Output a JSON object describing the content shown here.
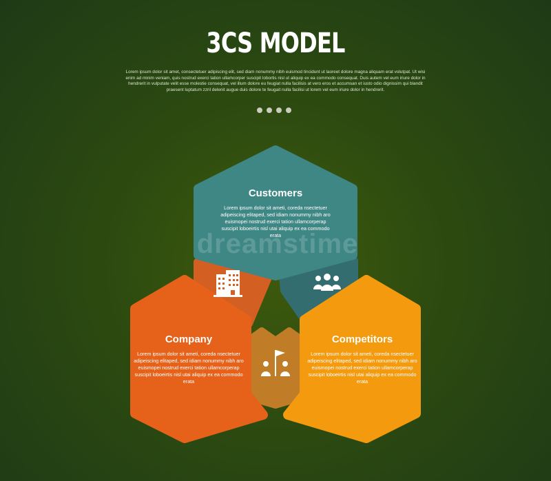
{
  "title": "3CS MODEL",
  "subtitle": "Lorem ipsum dolor sit amet, consectetuer adipiscing elit, sed diam nonummy nibh euismod tincidunt ut laoreet dolore magna aliquam erat volutpat. Ut wisi enim ad minim veniam, quis nostrud exerci tation ullamcorper suscipit lobortis nisl ut aliquip ex ea commodo consequat. Duis autem vel eum iriure dolor in hendrerit in vulputate velit esse molestie consequat, vel illum dolore eu feugiat nulla facilisis at vero eros et accumsan et iusto odio dignissim qui blandit praesent luptatum zzril delenit augue duis dolore te feugait nulla facilisi ut lorem vel eum iriure dolor in hendrerit.",
  "watermark": "dreamstime",
  "pagination_dots": 4,
  "customers": {
    "title": "Customers",
    "body": "Lorem ipsum dolor sit ameti, coreda nsectetuer adipeiscing elitaped, sed idiam nonummy nibh aro euismopei nostrud exerci tation ullamcorperap suscipit loboeirtis nisl utai aliquip ex ea commodo erata",
    "color": "#3e8785",
    "icon": "people-group-icon"
  },
  "company": {
    "title": "Company",
    "body": "Lorem ipsum dolor sit ameti, coreda nsectetuer adipeiscing elitaped, sed idiam nonummy nibh aro euismopei nostrud exerci tation ullamcorperap suscipit loboeirtis nisl utai aliquip ex ea commodo erata",
    "color": "#e6621a",
    "icon": "building-icon"
  },
  "competitors": {
    "title": "Competitors",
    "body": "Lorem ipsum dolor sit ameti, coreda nsectetuer adipeiscing elitaped, sed idiam nonummy nibh aro euismopei nostrud exerci tation ullamcorperap suscipit loboeirtis nisl utai aliquip ex ea commodo erata",
    "color": "#f39a0e",
    "icon": "flag-team-icon"
  },
  "connector_colors": {
    "company_customers": "#d45f22",
    "customers_competitors": "#336d6f",
    "company_competitors": "#c07c26"
  }
}
